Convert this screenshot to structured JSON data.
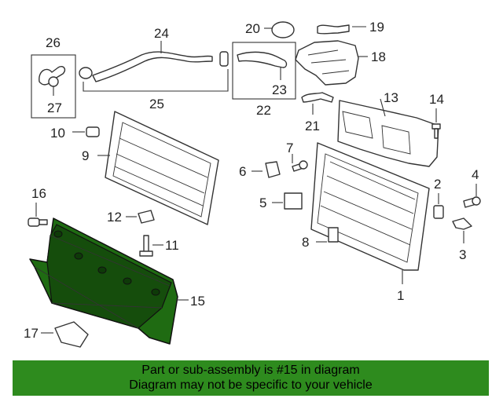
{
  "callouts": {
    "c1": "1",
    "c2": "2",
    "c3": "3",
    "c4": "4",
    "c5": "5",
    "c6": "6",
    "c7": "7",
    "c8": "8",
    "c9": "9",
    "c10": "10",
    "c11": "11",
    "c12": "12",
    "c13": "13",
    "c14": "14",
    "c15": "15",
    "c16": "16",
    "c17": "17",
    "c18": "18",
    "c19": "19",
    "c20": "20",
    "c21": "21",
    "c22": "22",
    "c23": "23",
    "c24": "24",
    "c25": "25",
    "c26": "26",
    "c27": "27"
  },
  "highlighted_part": "15",
  "colors": {
    "highlight": "#1f6b12",
    "banner": "#2e8b1e"
  },
  "banner": {
    "line1": "Part or sub-assembly is #15 in diagram",
    "line2": "Diagram may not be specific to your vehicle"
  }
}
